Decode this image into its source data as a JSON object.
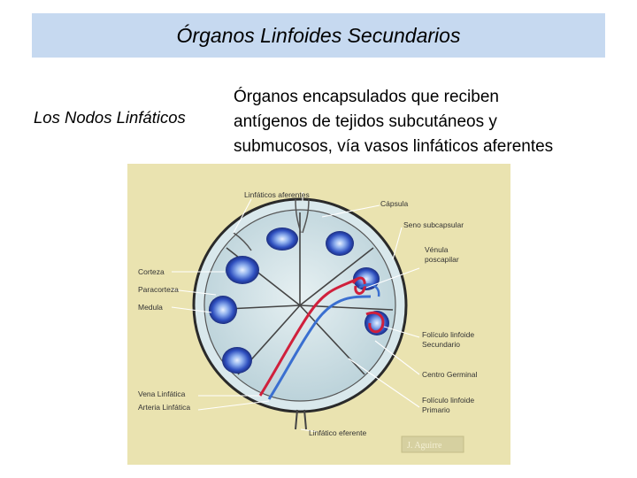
{
  "title": "Órganos Linfoides Secundarios",
  "left_label": "Los Nodos Linfáticos",
  "description_lines": [
    "Órganos encapsulados que reciben",
    "antígenos de tejidos subcutáneos y",
    "submucosos, vía vasos linfáticos aferentes"
  ],
  "figure": {
    "labels": {
      "linfaticos_aferentes": "Linfáticos aferentes",
      "capsula": "Cápsula",
      "seno_subcapsular": "Seno subcapsular",
      "venula_1": "Vénula",
      "venula_2": "poscapilar",
      "corteza": "Corteza",
      "paracorteza": "Paracorteza",
      "medula": "Medula",
      "foliculo_secundario_1": "Folículo linfoide",
      "foliculo_secundario_2": "Secundario",
      "centro_germinal": "Centro Germinal",
      "foliculo_primario_1": "Folículo linfoide",
      "foliculo_primario_2": "Primario",
      "vena_linfatica": "Vena Linfática",
      "arteria_linfatica": "Arteria Linfática",
      "linfatico_eferente": "Linfático eferente",
      "badge": "J. Aguirre"
    },
    "colors": {
      "background": "#eae3b0",
      "node_fill": "#c8dde3",
      "follicle": "#2e4fbf",
      "vein": "#3a6fd0",
      "artery": "#d0203c"
    }
  }
}
